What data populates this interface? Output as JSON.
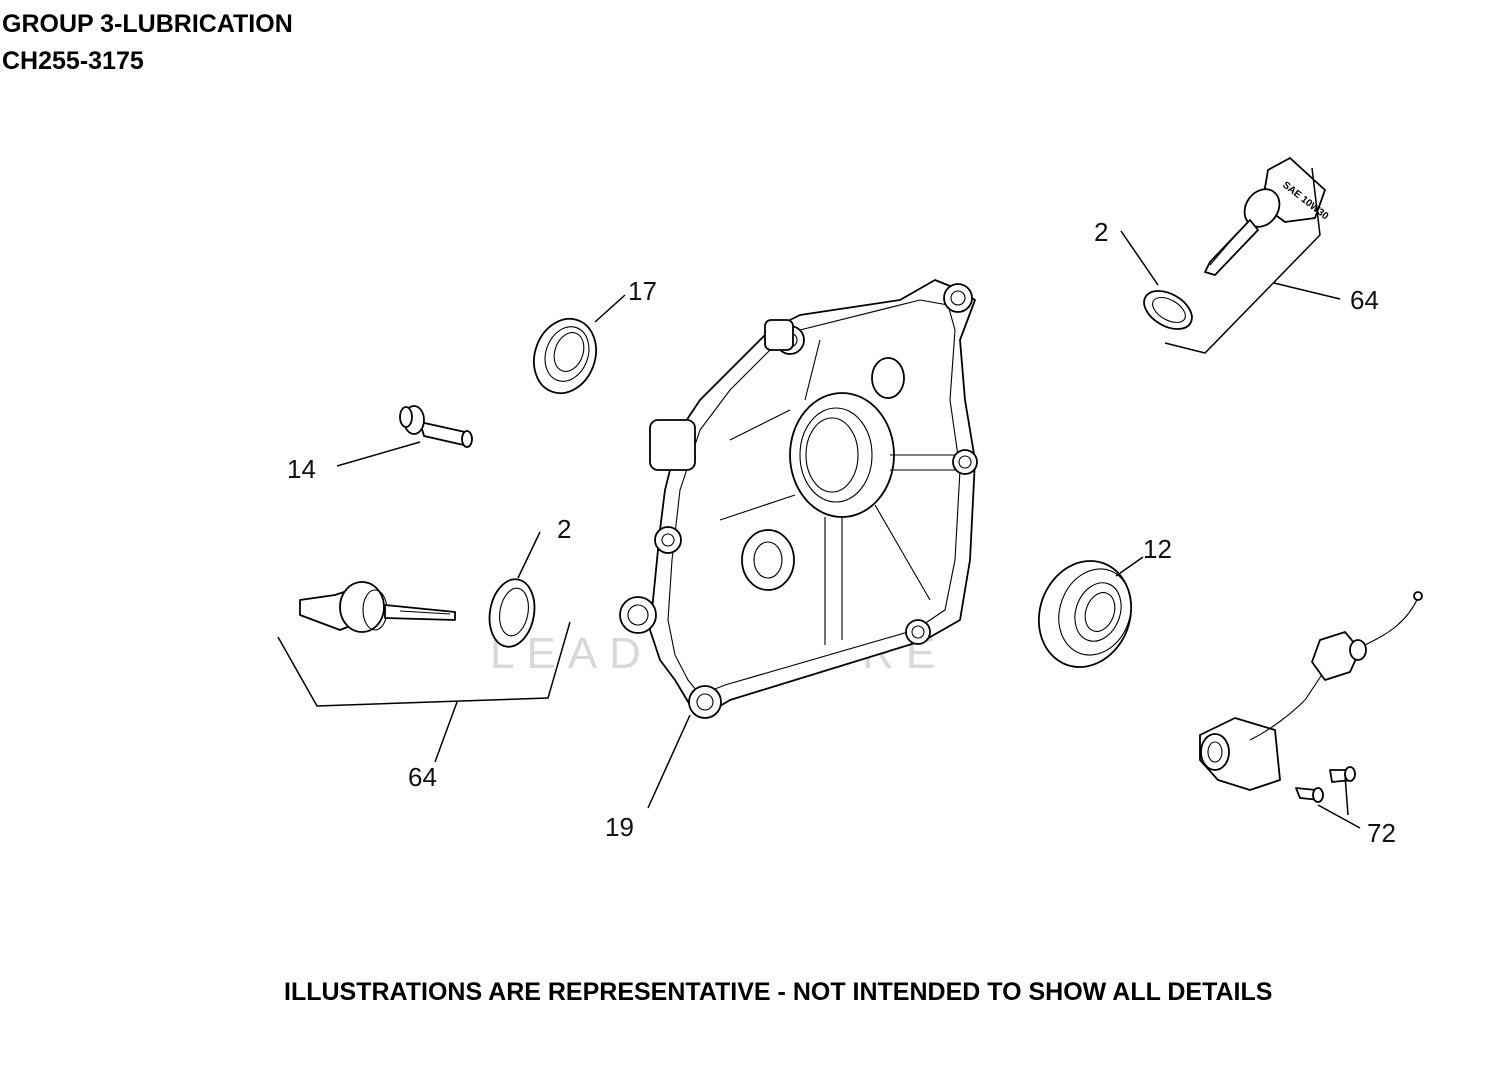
{
  "header": {
    "group": "GROUP 3-LUBRICATION",
    "model": "CH255-3175"
  },
  "footer": {
    "disclaimer": "ILLUSTRATIONS ARE REPRESENTATIVE - NOT INTENDED TO SHOW ALL DETAILS"
  },
  "watermark": "LEADVENTURE",
  "dipstick_label": "SAE 10W30",
  "callouts": {
    "c17": "17",
    "c14": "14",
    "c2_left": "2",
    "c64_left": "64",
    "c19": "19",
    "c12": "12",
    "c2_right": "2",
    "c64_right": "64",
    "c72": "72"
  },
  "icons": {
    "oil_seal": "oil-seal-icon",
    "flange_bolt": "flange-bolt-icon",
    "dipstick": "dipstick-icon",
    "crankcase_cover": "crankcase-cover-icon",
    "ball_bearing": "ball-bearing-icon",
    "oil_sensor": "oil-sensor-icon"
  }
}
